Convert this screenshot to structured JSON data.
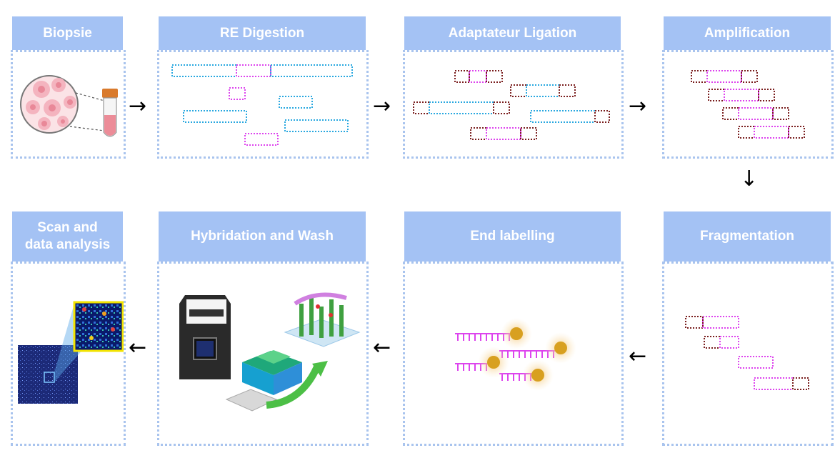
{
  "steps": {
    "biopsie": "Biopsie",
    "re_digestion": "RE Digestion",
    "adaptateur_ligation": "Adaptateur Ligation",
    "amplification": "Amplification",
    "fragmentation": "Fragmentation",
    "end_labelling": "End labelling",
    "hybridation": "Hybridation and Wash",
    "scan": "Scan and\ndata analysis"
  },
  "arrows": {
    "right": "→",
    "left": "←",
    "down": "↓"
  },
  "colors": {
    "header": "#a4c2f4",
    "box_border": "#a9c4ee",
    "cyan": "#29a8e0",
    "magenta": "#dd44ee",
    "maroon": "#7a1f1f"
  }
}
